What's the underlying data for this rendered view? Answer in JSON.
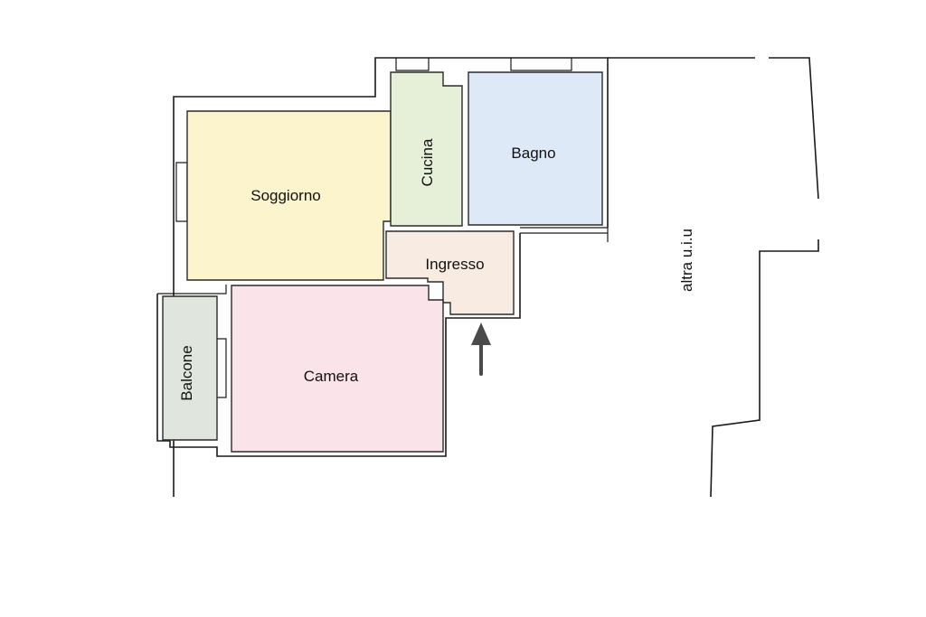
{
  "plan": {
    "rooms": [
      {
        "key": "soggiorno",
        "label": "Soggiorno",
        "color": "#fcf4cc"
      },
      {
        "key": "cucina",
        "label": "Cucina",
        "color": "#e6f0d8"
      },
      {
        "key": "bagno",
        "label": "Bagno",
        "color": "#dde9f6"
      },
      {
        "key": "ingresso",
        "label": "Ingresso",
        "color": "#f8ece2"
      },
      {
        "key": "camera",
        "label": "Camera",
        "color": "#fbe3ea"
      },
      {
        "key": "balcone",
        "label": "Balcone",
        "color": "#e0e5dd"
      }
    ],
    "neighbor_label": "altra u.i.u",
    "entrance_arrow_color": "#4a4a4a",
    "wall_color": "#1a1a1a"
  }
}
